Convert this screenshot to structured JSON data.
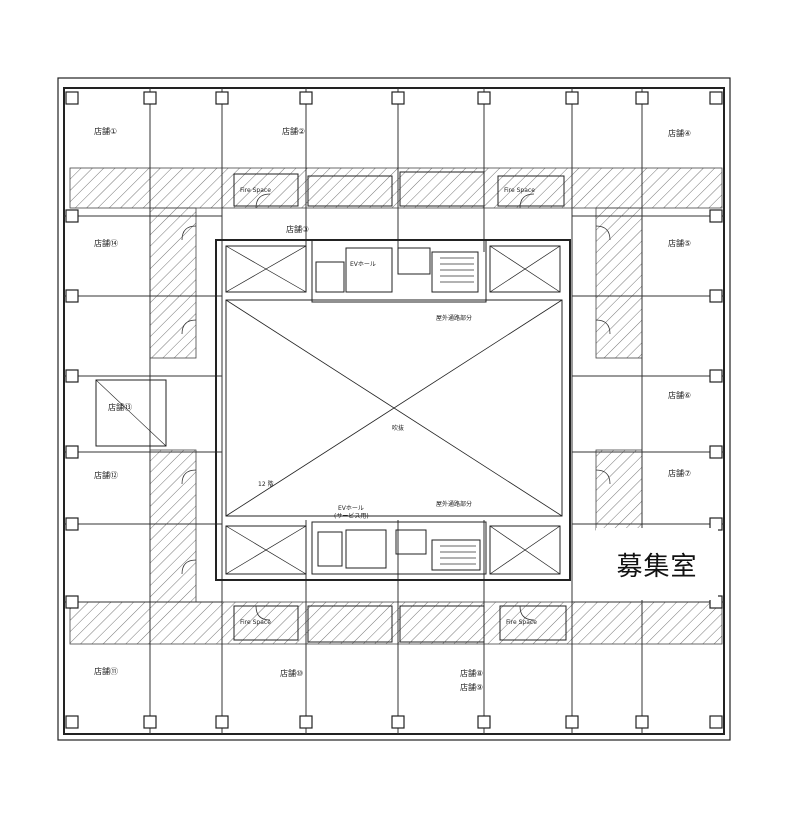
{
  "plan": {
    "tenant_units": [
      {
        "id": "unit-1",
        "label": "店舗①"
      },
      {
        "id": "unit-2",
        "label": "店舗②"
      },
      {
        "id": "unit-3",
        "label": "店舗③"
      },
      {
        "id": "unit-4",
        "label": "店舗④"
      },
      {
        "id": "unit-5",
        "label": "店舗⑤"
      },
      {
        "id": "unit-6",
        "label": "店舗⑥"
      },
      {
        "id": "unit-7",
        "label": "店舗⑦"
      },
      {
        "id": "unit-8",
        "label": "店舗⑧"
      },
      {
        "id": "unit-9",
        "label": "店舗⑨"
      },
      {
        "id": "unit-10",
        "label": "店舗⑩"
      },
      {
        "id": "unit-11",
        "label": "店舗⑪"
      },
      {
        "id": "unit-12",
        "label": "店舗⑫"
      },
      {
        "id": "unit-13",
        "label": "店舗⑬"
      },
      {
        "id": "unit-14",
        "label": "店舗⑭"
      }
    ],
    "core_labels": {
      "ev_hall_top": "EVホール",
      "ev_hall_bottom": "EVホール",
      "service_ev": "(サービス用)",
      "void_label": "吹抜",
      "atrium_corridor_top": "屋外通路部分",
      "atrium_corridor_bottom": "屋外通路部分",
      "fire_space_1": "Fire Space",
      "fire_space_2": "Fire Space",
      "fire_space_3": "Fire Space",
      "fire_space_4": "Fire Space",
      "eleventh_floor": "12 階"
    }
  },
  "overlay": {
    "vacancy_label": "募集室"
  }
}
